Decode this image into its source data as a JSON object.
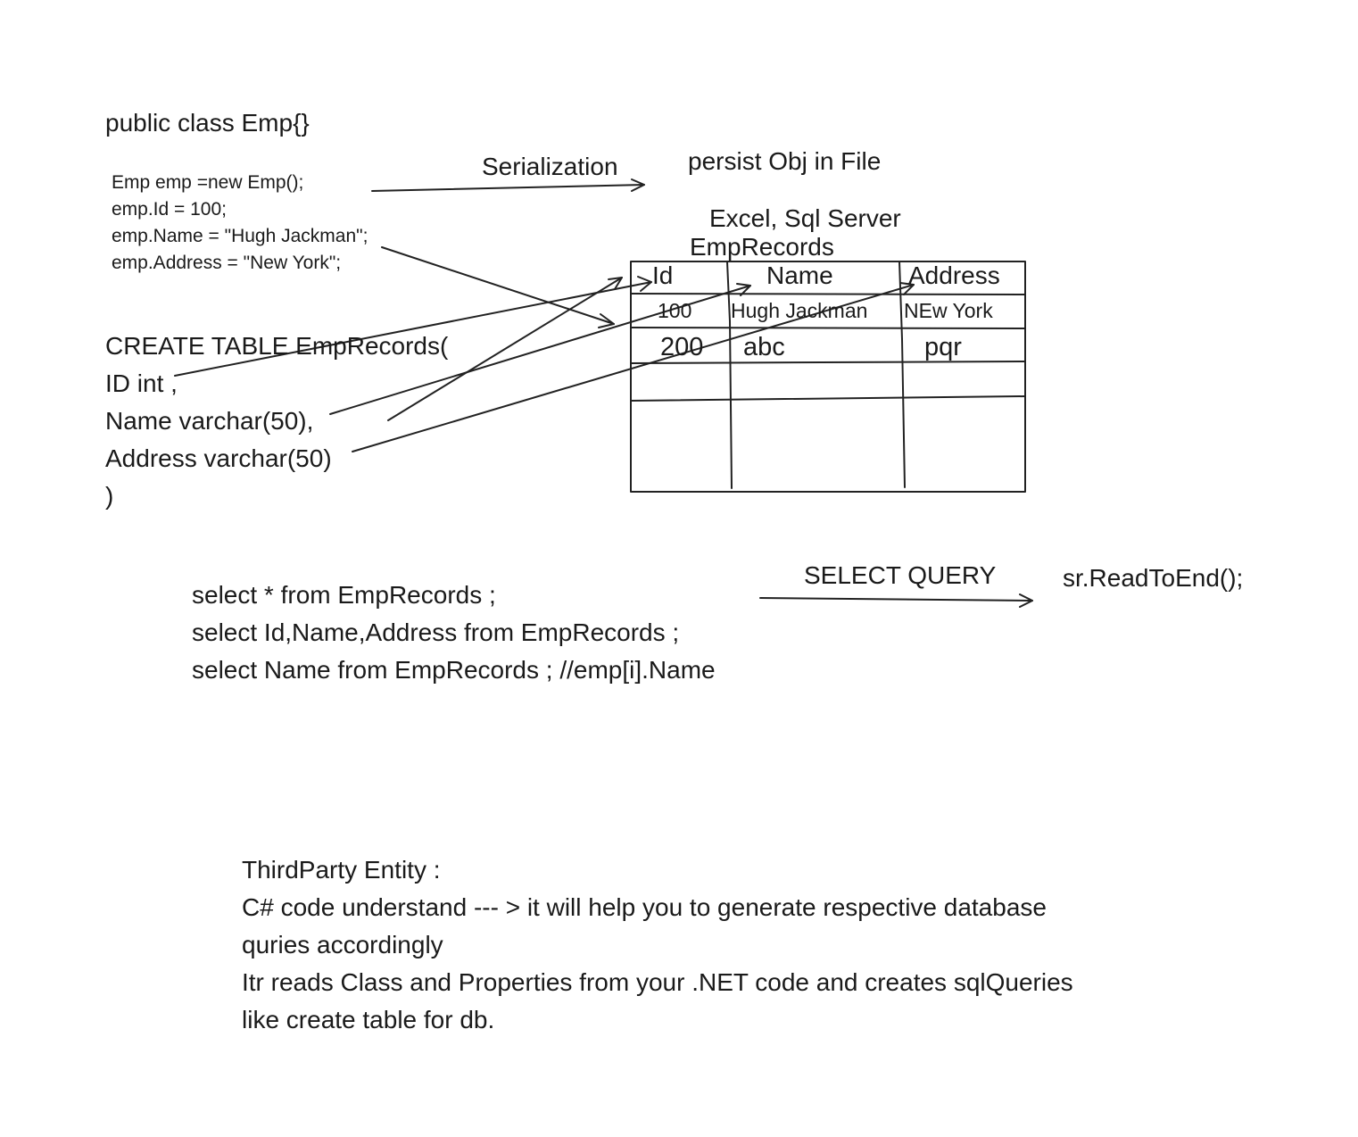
{
  "class_decl": "public class Emp{}",
  "code_lines": [
    "Emp emp =new Emp();",
    "emp.Id = 100;",
    "emp.Name = \"Hugh Jackman\";",
    "emp.Address = \"New York\";"
  ],
  "serialization_label": "Serialization",
  "persist_label": "persist Obj in File",
  "storage_label": "Excel, Sql Server",
  "table_name": "EmpRecords",
  "table": {
    "headers": [
      "Id",
      "Name",
      "Address"
    ],
    "rows": [
      [
        "100",
        "Hugh Jackman",
        "NEw York"
      ],
      [
        "200",
        "abc",
        "pqr"
      ]
    ]
  },
  "create_table_lines": [
    "CREATE TABLE EmpRecords(",
    "ID int ,",
    "Name varchar(50),",
    "Address varchar(50)",
    ")"
  ],
  "select_lines": [
    "select  * from EmpRecords ;",
    "select  Id,Name,Address from EmpRecords ;",
    "select  Name  from EmpRecords ; //emp[i].Name"
  ],
  "select_query_label": "SELECT QUERY",
  "read_to_end": "sr.ReadToEnd();",
  "third_party_lines": [
    "ThirdParty Entity :",
    "C# code  understand  --- > it will help you to generate respective database",
    "quries accordingly",
    "Itr reads Class and Properties from your .NET code and creates sqlQueries",
    "like create table for db."
  ],
  "ink_color": "#222222"
}
